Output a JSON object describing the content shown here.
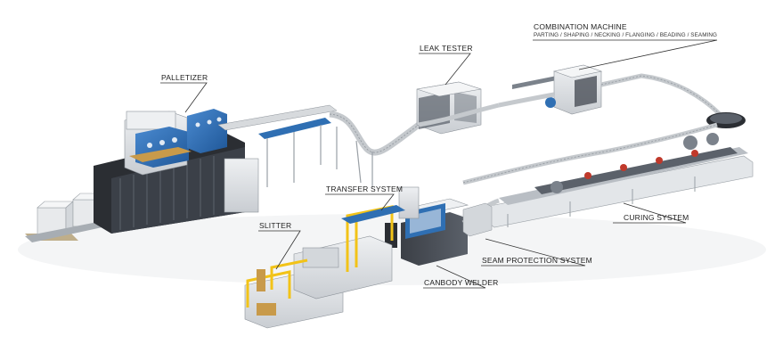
{
  "labels": {
    "palletizer": "PALLETIZER",
    "leak_tester": "LEAK TESTER",
    "combination_machine": "COMBINATION MACHINE",
    "combination_ops": "PARTING / SHAPING / NECKING / FLANGING / BEADING / SEAMING",
    "transfer_system": "TRANSFER SYSTEM",
    "slitter": "SLITTER",
    "curing_system": "CURING SYSTEM",
    "seam_protection_system": "SEAM PROTECTION SYSTEM",
    "canbody_welder": "CANBODY WELDER"
  },
  "colors": {
    "machine_grey": "#d9dce0",
    "machine_dark": "#4a4f57",
    "accent_blue": "#2f6fb3",
    "accent_yellow": "#f2c318",
    "accent_red": "#c0392b",
    "frame_dark": "#2b2e33"
  }
}
